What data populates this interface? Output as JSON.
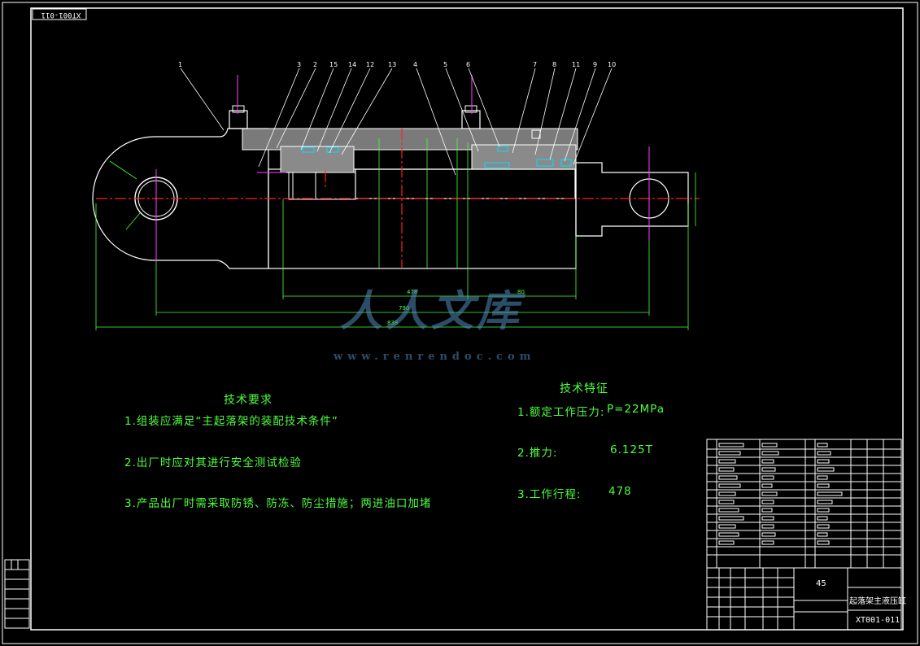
{
  "drawing": {
    "code_top": "XT001-011",
    "code_bottom": "XT001-011",
    "title": "起落架主液压缸",
    "material_cell": "45"
  },
  "part_balloons": [
    "1",
    "3",
    "2",
    "15",
    "14",
    "12",
    "13",
    "4",
    "5",
    "6",
    "7",
    "8",
    "11",
    "9",
    "10"
  ],
  "tech_requirements": {
    "title": "技术要求",
    "items": [
      "1.组装应满足“主起落架的装配技术条件”",
      "2.出厂时应对其进行安全测试检验",
      "3.产品出厂时需采取防锈、防冻、防尘措施；两进油口加堵"
    ]
  },
  "tech_features": {
    "title": "技术特征",
    "items": [
      {
        "label": "1.额定工作压力:",
        "value": "P=22MPa"
      },
      {
        "label": "2.推力:",
        "value": "6.125T"
      },
      {
        "label": "3.工作行程:",
        "value": "478"
      }
    ]
  },
  "dimensions": {
    "overall": "838",
    "pin_center": "790",
    "stroke_hint": "478",
    "right_len": "80"
  },
  "watermark": {
    "text": "人人文库",
    "url": "www.renrendoc.com"
  },
  "colors": {
    "outline": "#ffffff",
    "dimension": "#4cff3c",
    "centerline": "#ff2020",
    "hidden": "#ff40ff",
    "section_fill": "#7a7a7a",
    "seal": "#00e0ff"
  }
}
